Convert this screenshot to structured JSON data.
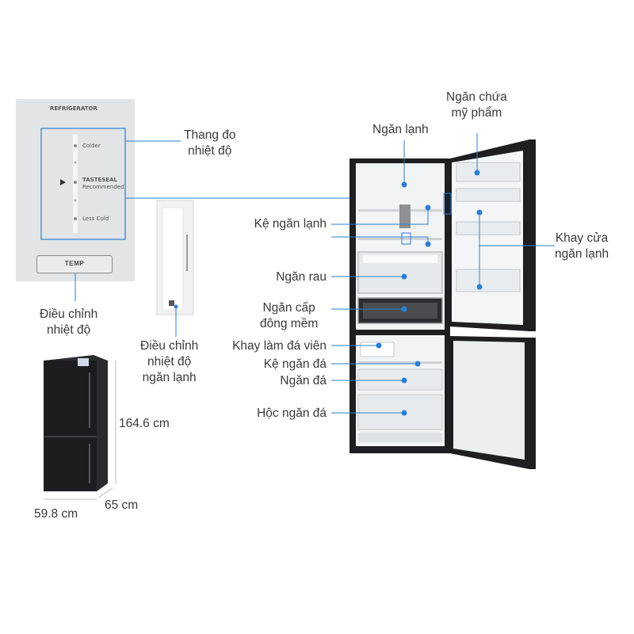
{
  "control_panel": {
    "title": "REFRIGERATOR",
    "level_top": "Colder",
    "level_mid_brand": "TASTESEAL",
    "level_mid_sub": "Recommended",
    "level_bottom": "Less Cold",
    "temp_button": "TEMP"
  },
  "callouts_left": {
    "scale": "Thang đo\nnhiệt độ",
    "adjust": "Điều chỉnh\nnhiệt độ",
    "fridge_adjust": "Điều chỉnh\nnhiệt độ\nngăn lạnh"
  },
  "dimensions": {
    "height": "164.6 cm",
    "width": "59.8 cm",
    "depth": "65 cm"
  },
  "callouts_center": {
    "fridge": "Ngăn lạnh",
    "fridge_shelf": "Kệ ngăn lạnh",
    "vegetable": "Ngăn rau",
    "soft_freeze": "Ngăn cấp\nđông mềm",
    "ice_tray": "Khay làm đá viên",
    "freezer_shelf": "Kệ ngăn đá",
    "freezer": "Ngăn đá",
    "freezer_drawer": "Hộc ngăn đá"
  },
  "callouts_right": {
    "cosmetics": "Ngăn chứa\nmỹ phẩm",
    "door_tray": "Khay cửa\nngăn lạnh"
  },
  "colors": {
    "accent": "#2a7fd4",
    "fridge_body": "#1f1f22",
    "inner": "#f2f3f4",
    "panel": "#e2e4e5"
  }
}
